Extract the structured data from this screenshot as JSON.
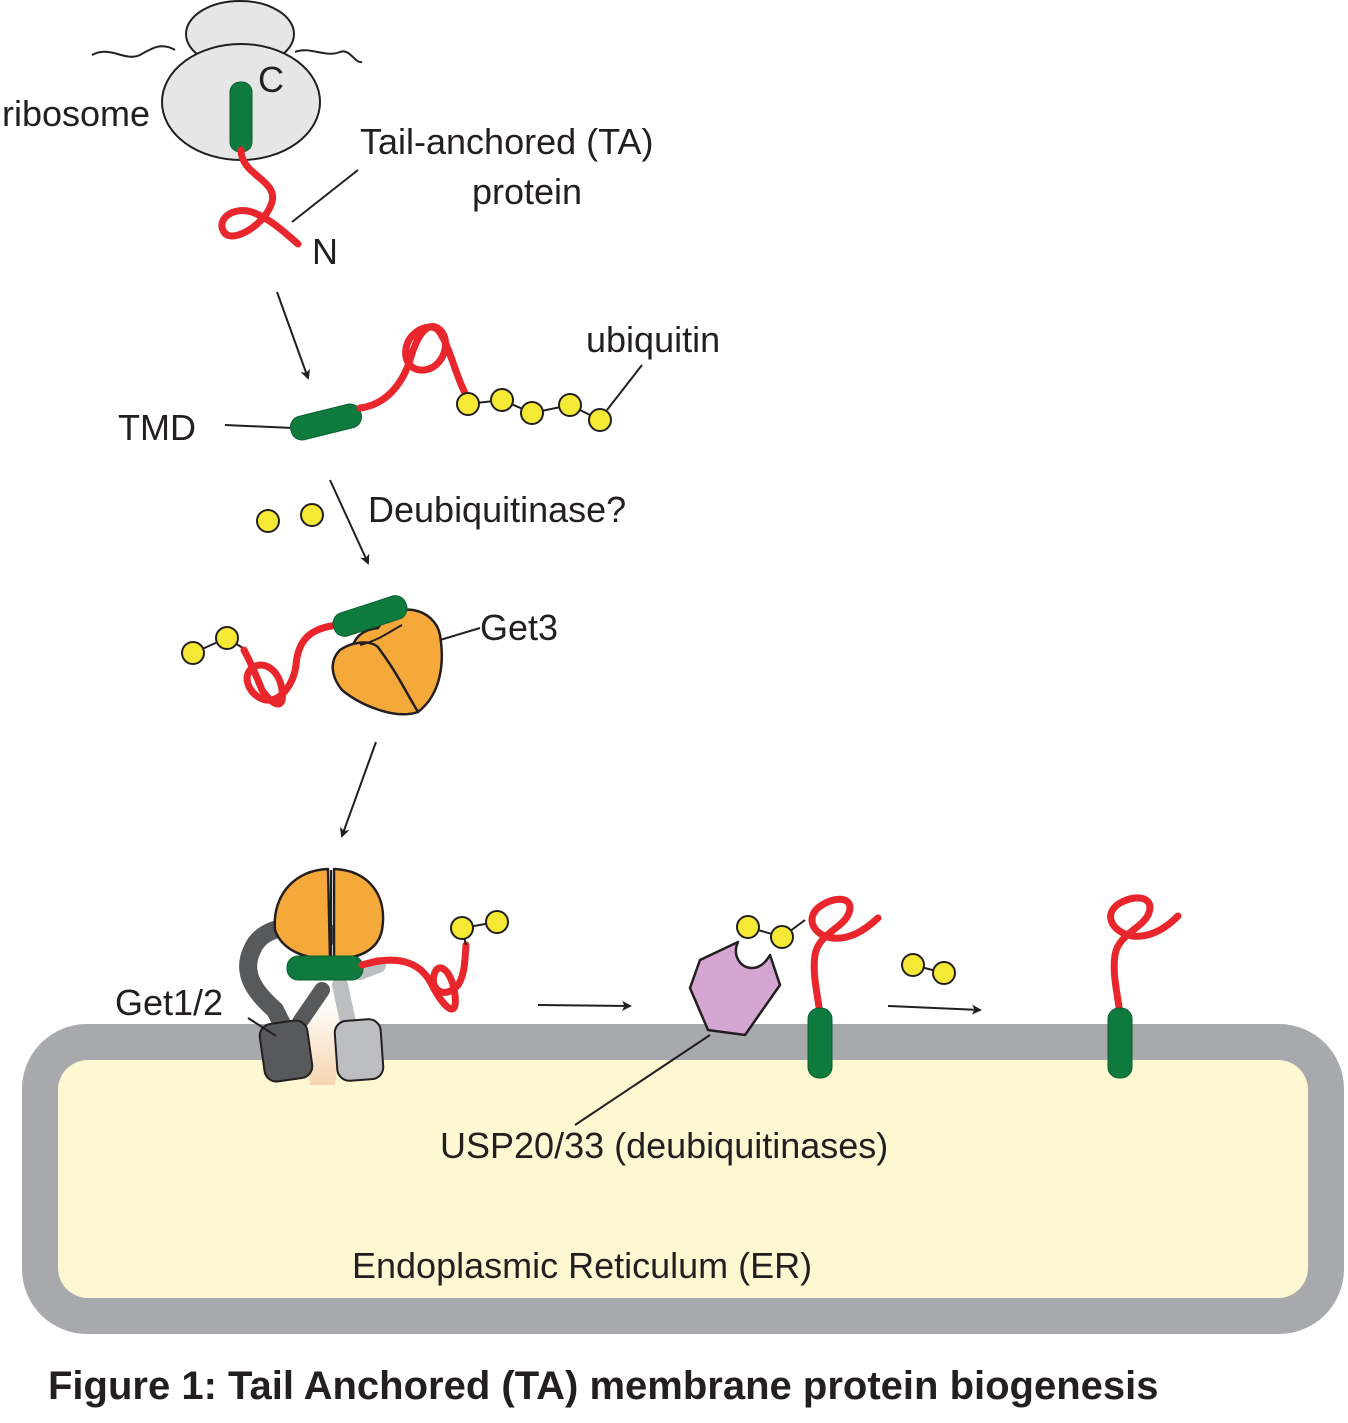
{
  "labels": {
    "ribosome": "ribosome",
    "c_terminus": "C",
    "n_terminus": "N",
    "ta_protein_line1": "Tail-anchored (TA)",
    "ta_protein_line2": "protein",
    "ubiquitin": "ubiquitin",
    "tmd": "TMD",
    "deubiquitinase_q": "Deubiquitinase?",
    "get3": "Get3",
    "get12": "Get1/2",
    "usp": "USP20/33 (deubiquitinases)",
    "er": "Endoplasmic Reticulum (ER)"
  },
  "caption": "Figure 1: Tail Anchored (TA) membrane protein biogenesis",
  "colors": {
    "tmd_green": "#0e7a3e",
    "chain_red": "#e8262b",
    "ubiquitin_yellow": "#f5e936",
    "get3_orange": "#f6a93b",
    "usp_purple": "#d6a6d2",
    "membrane_gray": "#a7a9ac",
    "er_lumen": "#fdf8d2",
    "ribosome_gray": "#e6e6e6"
  }
}
